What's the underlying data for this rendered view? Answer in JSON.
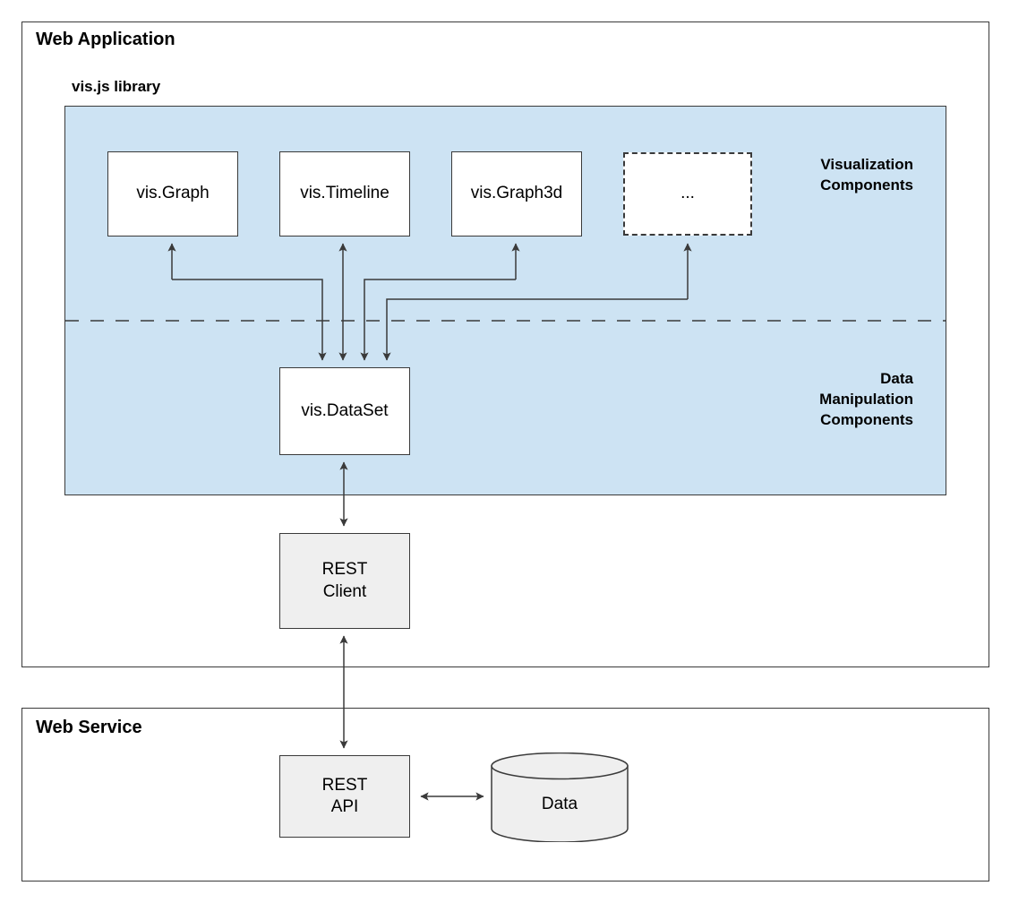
{
  "diagram": {
    "frames": [
      {
        "id": "web-application",
        "title": "Web Application"
      },
      {
        "id": "web-service",
        "title": "Web Service"
      }
    ],
    "library": {
      "title": "vis.js library"
    },
    "panel_labels": {
      "visualization": "Visualization\nComponents",
      "data_manipulation": "Data\nManipulation\nComponents"
    },
    "nodes": {
      "vis_graph": "vis.Graph",
      "vis_timeline": "vis.Timeline",
      "vis_graph3d": "vis.Graph3d",
      "vis_more": "...",
      "vis_dataset": "vis.DataSet",
      "rest_client": "REST\nClient",
      "rest_api": "REST\nAPI",
      "data_store": "Data"
    },
    "colors": {
      "panel_fill": "#cde3f3",
      "node_white": "#ffffff",
      "node_gray": "#efefef",
      "stroke": "#3a3a3a",
      "text": "#000000"
    }
  }
}
